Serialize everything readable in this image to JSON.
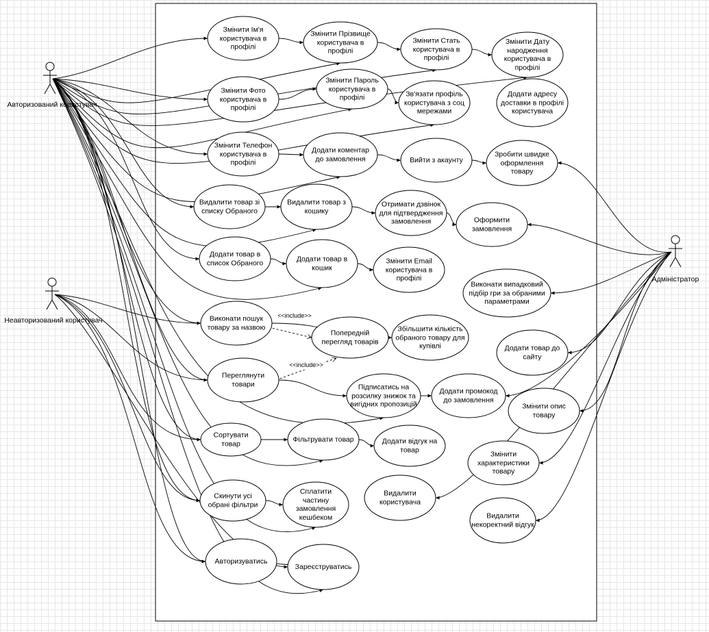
{
  "actors": [
    {
      "id": "auth",
      "label": "Авторизований користувач"
    },
    {
      "id": "guest",
      "label": "Неавторизований користувач"
    },
    {
      "id": "admin",
      "label": "Адміністратор"
    }
  ],
  "use_cases": [
    {
      "id": "uc1",
      "text": "Змінити Ім'я користувача в профілі"
    },
    {
      "id": "uc2",
      "text": "Змінити Прізвище користувача в профілі"
    },
    {
      "id": "uc3",
      "text": "Змінити Стать користувача в профілі"
    },
    {
      "id": "uc4",
      "text": "Змінити Дату народження користувача в профілі"
    },
    {
      "id": "uc5",
      "text": "Змінити Фото користувача в профілі"
    },
    {
      "id": "uc6",
      "text": "Змінити Пароль користувача в профілі"
    },
    {
      "id": "uc7",
      "text": "Зв'язати профіль користувача з соц мережами"
    },
    {
      "id": "uc8",
      "text": "Додати адресу доставки в профілі користувача"
    },
    {
      "id": "uc9",
      "text": "Змінити Телефон користувача в профілі"
    },
    {
      "id": "uc10",
      "text": "Додати коментар до замовлення"
    },
    {
      "id": "uc11",
      "text": "Вийти з акаунту"
    },
    {
      "id": "uc12",
      "text": "Зробити швидке оформлення товару"
    },
    {
      "id": "uc13",
      "text": "Видалити товар зі списку Обраного"
    },
    {
      "id": "uc14",
      "text": "Видалити товар з кошику"
    },
    {
      "id": "uc15",
      "text": "Отримати дзвінок для підтвердження замовлення"
    },
    {
      "id": "uc16",
      "text": "Оформити замовлення"
    },
    {
      "id": "uc17",
      "text": "Додати товар в список Обраного"
    },
    {
      "id": "uc18",
      "text": "Додати товар в кошик"
    },
    {
      "id": "uc19",
      "text": "Змінити Email користувача в профілі"
    },
    {
      "id": "uc20",
      "text": "Виконати випадковий підбір гри за обраними параметрами"
    },
    {
      "id": "uc21",
      "text": "Виконати пошук товару за назвою"
    },
    {
      "id": "uc22",
      "text": "Попередній перегляд товарів"
    },
    {
      "id": "uc23",
      "text": "Збільшити кількість обраного товару для купівлі"
    },
    {
      "id": "uc24",
      "text": "Додати товар до сайту"
    },
    {
      "id": "uc25",
      "text": "Переглянути товари"
    },
    {
      "id": "uc26",
      "text": "Підписатись на розсилку знижок та вигідних пропозицій"
    },
    {
      "id": "uc27",
      "text": "Додати промокод до замовлення"
    },
    {
      "id": "uc28",
      "text": "Змінити опис товару"
    },
    {
      "id": "uc29",
      "text": "Сортувати товар"
    },
    {
      "id": "uc30",
      "text": "Фільтрувати товар"
    },
    {
      "id": "uc31",
      "text": "Додати відгук на товар"
    },
    {
      "id": "uc32",
      "text": "Змінити характеристики товару"
    },
    {
      "id": "uc33",
      "text": "Скинути усі обрані фільтри"
    },
    {
      "id": "uc34",
      "text": "Сплатити частину замовлення кешбеком"
    },
    {
      "id": "uc35",
      "text": "Видалити користувача"
    },
    {
      "id": "uc36",
      "text": "Видалити некоректний відгук"
    },
    {
      "id": "uc37",
      "text": "Авторизуватись"
    },
    {
      "id": "uc38",
      "text": "Зареєструватись"
    }
  ],
  "include_labels": [
    {
      "id": "inc1",
      "text": "<<include>>"
    },
    {
      "id": "inc2",
      "text": "<<include>>"
    }
  ]
}
